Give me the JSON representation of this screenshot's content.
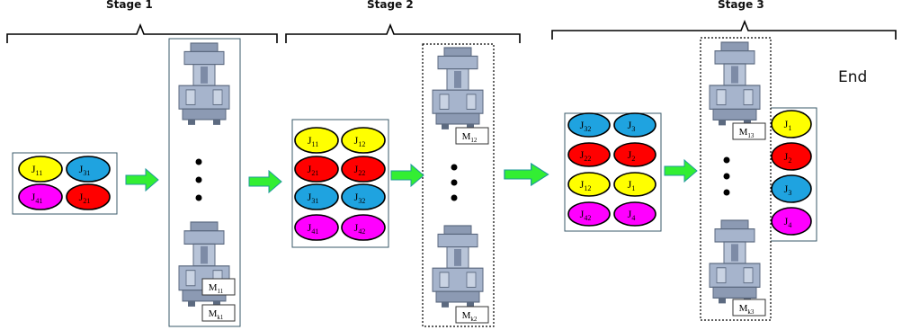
{
  "stages": [
    {
      "title": "Stage 1"
    },
    {
      "title": "Stage 2"
    },
    {
      "title": "Stage 3"
    }
  ],
  "end_label": "End",
  "job_groups": [
    {
      "name": "input-jobs",
      "jobs": [
        {
          "main": "J",
          "sub": "11",
          "color": "#ffff00"
        },
        {
          "main": "J",
          "sub": "31",
          "color": "#1fa3e0"
        },
        {
          "main": "J",
          "sub": "41",
          "color": "#ff00ff"
        },
        {
          "main": "J",
          "sub": "21",
          "color": "#ff0000"
        }
      ]
    },
    {
      "name": "stage2-queue",
      "jobs": [
        {
          "main": "J",
          "sub": "11",
          "color": "#ffff00"
        },
        {
          "main": "J",
          "sub": "12",
          "color": "#ffff00"
        },
        {
          "main": "J",
          "sub": "21",
          "color": "#ff0000"
        },
        {
          "main": "J",
          "sub": "22",
          "color": "#ff0000"
        },
        {
          "main": "J",
          "sub": "31",
          "color": "#1fa3e0"
        },
        {
          "main": "J",
          "sub": "32",
          "color": "#1fa3e0"
        },
        {
          "main": "J",
          "sub": "41",
          "color": "#ff00ff"
        },
        {
          "main": "J",
          "sub": "42",
          "color": "#ff00ff"
        }
      ]
    },
    {
      "name": "stage3-queue",
      "jobs": [
        {
          "main": "J",
          "sub": "32",
          "color": "#1fa3e0"
        },
        {
          "main": "J",
          "sub": "3",
          "color": "#1fa3e0"
        },
        {
          "main": "J",
          "sub": "22",
          "color": "#ff0000"
        },
        {
          "main": "J",
          "sub": "2",
          "color": "#ff0000"
        },
        {
          "main": "J",
          "sub": "12",
          "color": "#ffff00"
        },
        {
          "main": "J",
          "sub": "1",
          "color": "#ffff00"
        },
        {
          "main": "J",
          "sub": "42",
          "color": "#ff00ff"
        },
        {
          "main": "J",
          "sub": "4",
          "color": "#ff00ff"
        }
      ]
    },
    {
      "name": "output-jobs",
      "jobs": [
        {
          "main": "J",
          "sub": "1",
          "color": "#ffff00"
        },
        {
          "main": "J",
          "sub": "2",
          "color": "#ff0000"
        },
        {
          "main": "J",
          "sub": "3",
          "color": "#1fa3e0"
        },
        {
          "main": "J",
          "sub": "4",
          "color": "#ff00ff"
        }
      ]
    }
  ],
  "machine_labels": [
    {
      "main": "M",
      "sub": "11"
    },
    {
      "main": "M",
      "sub": "k1"
    },
    {
      "main": "M",
      "sub": "12"
    },
    {
      "main": "M",
      "sub": "k2"
    },
    {
      "main": "M",
      "sub": "13"
    },
    {
      "main": "M",
      "sub": "k3"
    }
  ],
  "colors": {
    "arrow": "#33ee33",
    "arrow_outline": "#1f9a9a",
    "machine_body": "#a6b4cc",
    "machine_dark": "#7d8ba6",
    "box_border": "#3a5a6a",
    "bracket": "#000000"
  }
}
